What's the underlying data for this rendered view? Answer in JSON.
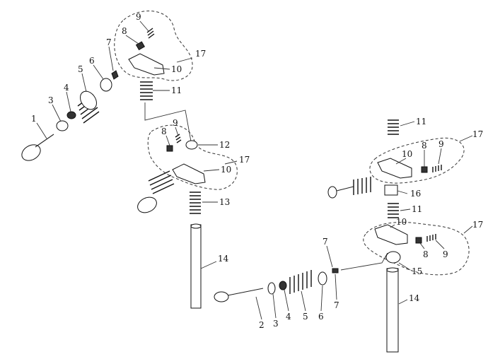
{
  "labels": {
    "1": "1",
    "2": "2",
    "3": "3",
    "4": "4",
    "5": "5",
    "6": "6",
    "7": "7",
    "8": "8",
    "9": "9",
    "10": "10",
    "11": "11",
    "12": "12",
    "13": "13",
    "14": "14",
    "15": "15",
    "16": "16",
    "17": "17"
  }
}
